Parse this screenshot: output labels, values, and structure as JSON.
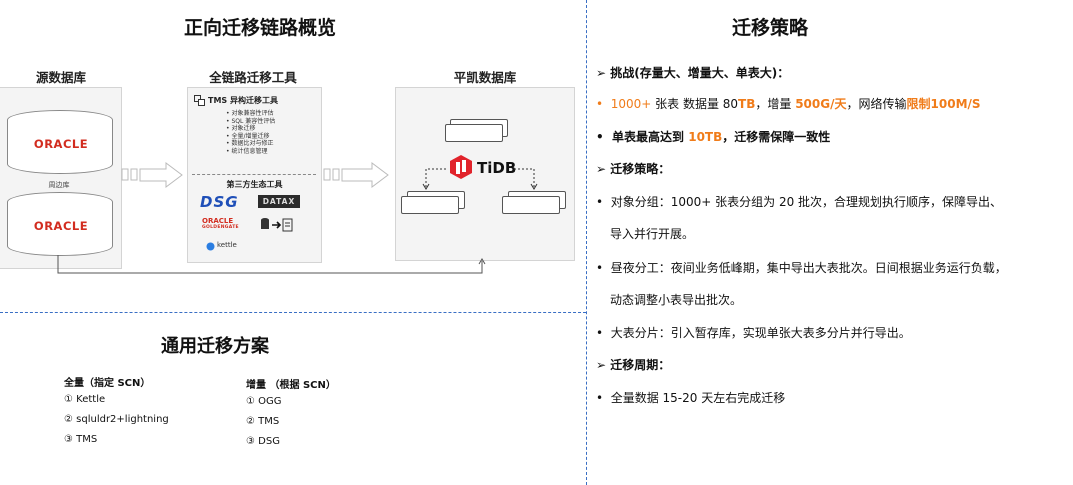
{
  "titles": {
    "overview": "正向迁移链路概览",
    "strategy": "迁移策略",
    "general": "通用迁移方案"
  },
  "diagram": {
    "source_label": "源数据库",
    "tools_label": "全链路迁移工具",
    "target_label": "平凯数据库",
    "oracle_logo": "ORACLE",
    "middle_db_label": "周边库",
    "tms_title": "TMS 异构迁移工具",
    "tms_items": [
      "对象兼容性评估",
      "SQL 兼容性评估",
      "对象迁移",
      "全量/增量迁移",
      "数据比对与修正",
      "统计信息管理"
    ],
    "ecosystem_title": "第三方生态工具",
    "dsg_logo": "DSG",
    "datax_logo": "DATAX",
    "oracle_gg_1": "ORACLE",
    "oracle_gg_2": "GOLDENGATE",
    "kettle_label": "kettle",
    "tidb_logo": "TiDB"
  },
  "general_plan": {
    "full_title": "全量（指定 SCN）",
    "full_items": [
      "① Kettle",
      "② sqluldr2+lightning",
      "③ TMS"
    ],
    "incr_title": "增量 （根据 SCN）",
    "incr_items": [
      "① OGG",
      "② TMS",
      "③ DSG"
    ]
  },
  "strategy": {
    "challenge_heading": "挑战(存量大、增量大、单表大)：",
    "line1_a": "1000+",
    "line1_b": " 张表 数据量 80",
    "line1_c": "TB",
    "line1_d": "，增量 ",
    "line1_e": "500G/天",
    "line1_f": "，网络传输",
    "line1_g": "限制100M/S",
    "line2_a": "单表最高达到 ",
    "line2_b": "10TB",
    "line2_c": "，迁移需保障一致性",
    "strategy_heading": "迁移策略：",
    "item1_a": "对象分组：1000+ 张表分组为 20 批次，合理规划执行顺序，保障导出、",
    "item1_b": "导入并行开展。",
    "item2_a": "昼夜分工：夜间业务低峰期，集中导出大表批次。日间根据业务运行负载，",
    "item2_b": "动态调整小表导出批次。",
    "item3": "大表分片：引入暂存库，实现单张大表多分片并行导出。",
    "cycle_heading": "迁移周期：",
    "item4": "全量数据 15-20 天左右完成迁移"
  },
  "colors": {
    "accent": "#f07c1a",
    "divider": "#3a6fc4",
    "oracle_red": "#d22c1f",
    "tidb_red": "#e1232b",
    "dsg_blue": "#1f4fb8"
  }
}
